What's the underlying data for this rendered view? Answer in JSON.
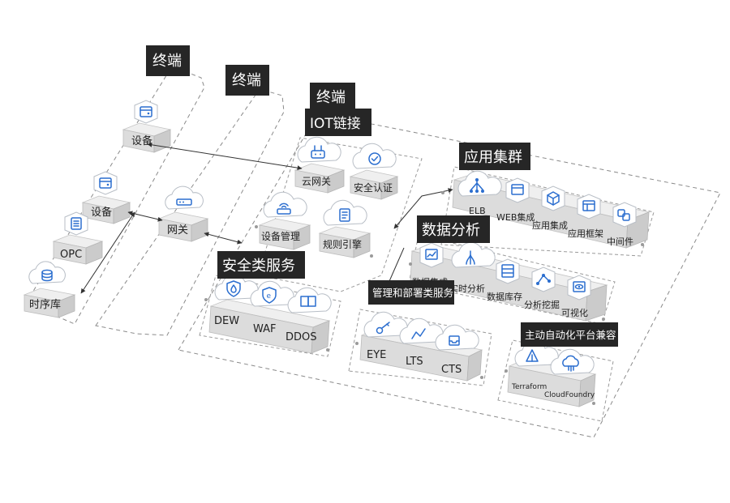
{
  "terminal_labels": [
    "终端",
    "终端",
    "终端"
  ],
  "left_zone": {
    "device_top": "设备",
    "device": "设备",
    "opc": "OPC",
    "tsdb": "时序库"
  },
  "mid_zone": {
    "gateway": "网关"
  },
  "iot": {
    "title": "IOT链接",
    "cloud_gateway": "云网关",
    "security_auth": "安全认证",
    "device_mgmt": "设备管理",
    "rule_engine": "规则引擎"
  },
  "security": {
    "title": "安全类服务",
    "items": [
      "DEW",
      "WAF",
      "DDOS"
    ]
  },
  "app_cluster": {
    "title": "应用集群",
    "items": [
      "ELB",
      "WEB集成",
      "应用集成",
      "应用框架",
      "中间件"
    ]
  },
  "data_analysis": {
    "title": "数据分析",
    "items": [
      "数据集成",
      "实时分析",
      "数据库存",
      "分析挖掘",
      "可视化"
    ]
  },
  "mgmt_deploy": {
    "title": "管理和部署类服务",
    "items": [
      "EYE",
      "LTS",
      "CTS"
    ]
  },
  "auto_platform": {
    "title": "主动自动化平台兼容",
    "items": [
      "Terraform",
      "CloudFoundry"
    ]
  },
  "colors": {
    "accent": "#2b6ecf",
    "label_bg": "#262626"
  }
}
